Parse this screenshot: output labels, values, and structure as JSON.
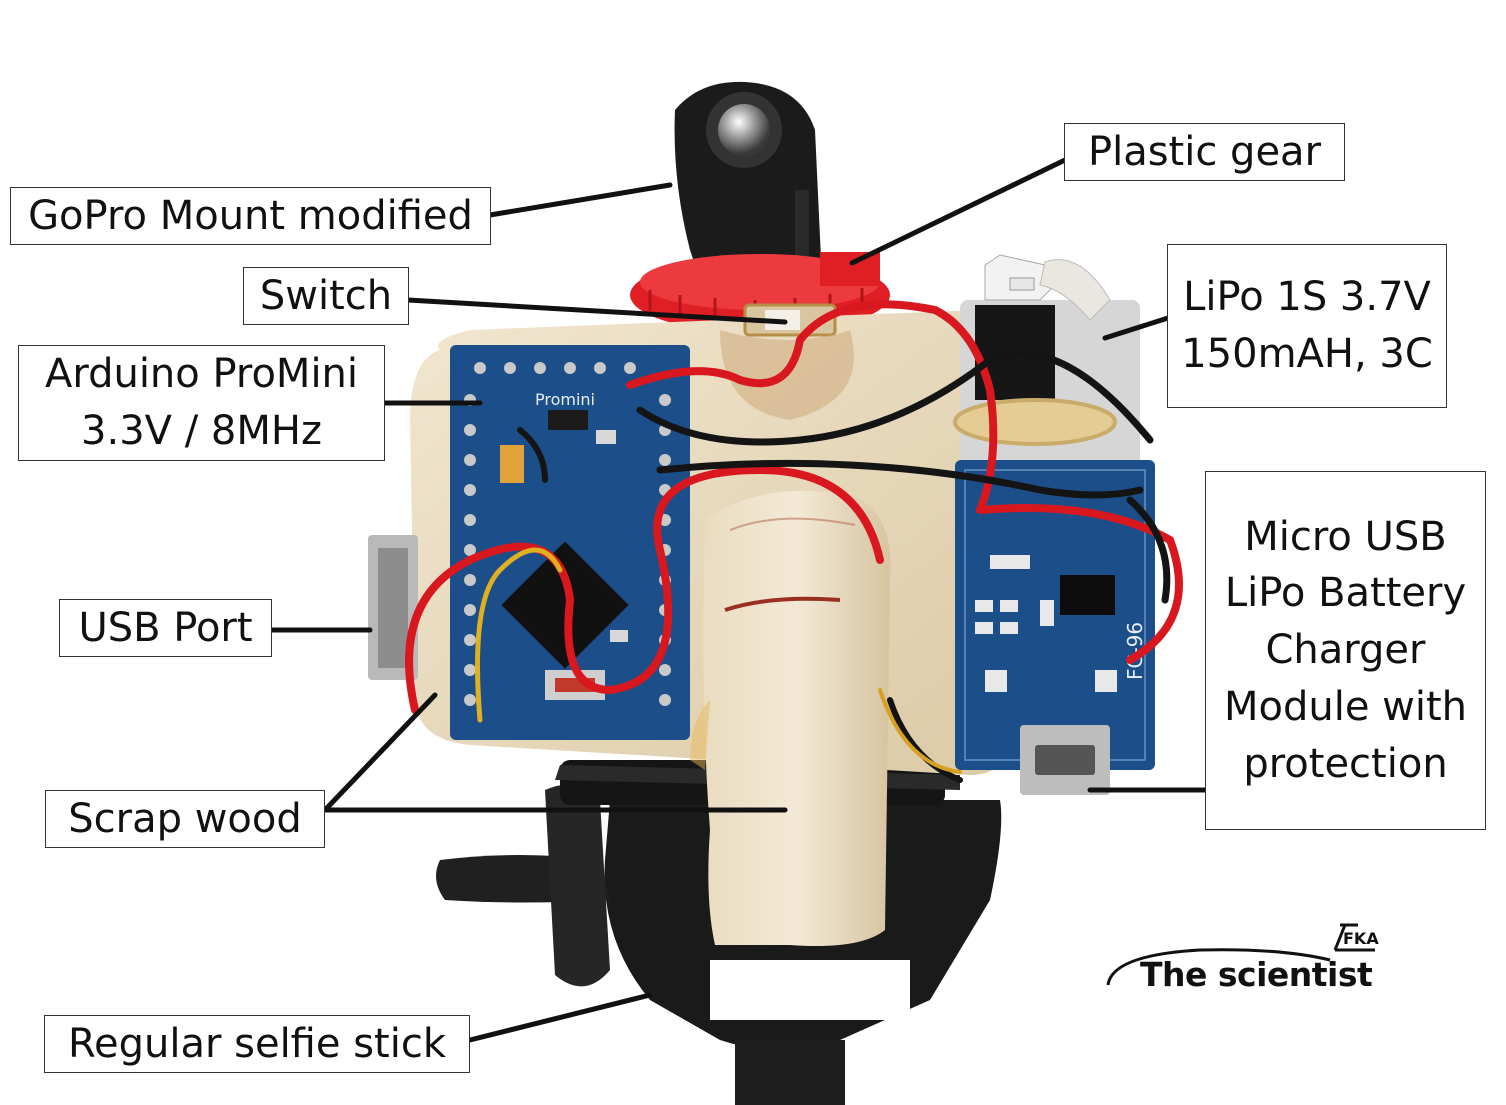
{
  "labels": {
    "gopro": "GoPro Mount modified",
    "gear": "Plastic gear",
    "switch": "Switch",
    "arduino_1": "Arduino ProMini",
    "arduino_2": "3.3V / 8MHz",
    "lipo_1": "LiPo 1S 3.7V",
    "lipo_2": "150mAH, 3C",
    "usb": "USB Port",
    "charger_1": "Micro USB",
    "charger_2": "LiPo Battery",
    "charger_3": "Charger",
    "charger_4": "Module with",
    "charger_5": "protection",
    "wood": "Scrap wood",
    "selfie": "Regular selfie stick"
  },
  "board_silk": {
    "promini": "Promini",
    "fc96": "FC-96"
  },
  "logo": {
    "text": "The scientist",
    "mark": "FKA"
  },
  "colors": {
    "wood": "#e9dcc2",
    "pcb_blue": "#1c4f8a",
    "wire_red": "#d8181e",
    "wire_black": "#141414",
    "gear_red": "#e01f25",
    "mount_black": "#1b1b1b"
  }
}
